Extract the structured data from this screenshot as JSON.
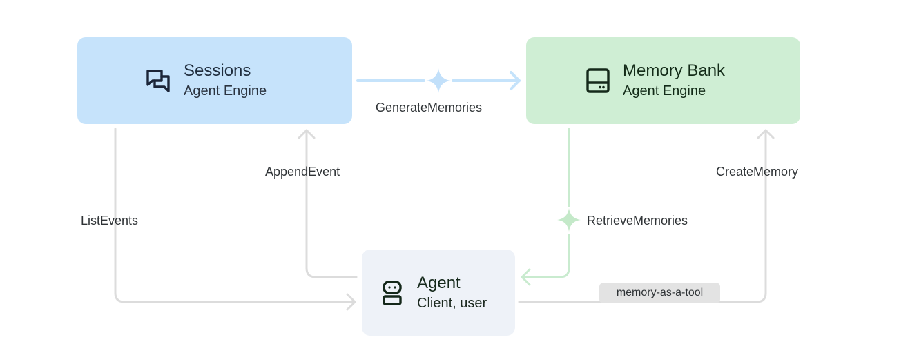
{
  "nodes": {
    "sessions": {
      "title": "Sessions",
      "subtitle": "Agent Engine",
      "icon": "chat-bubbles-icon",
      "fill": "#c6e3fb"
    },
    "memory_bank": {
      "title": "Memory Bank",
      "subtitle": "Agent Engine",
      "icon": "storage-drive-icon",
      "fill": "#cfeed4"
    },
    "agent": {
      "title": "Agent",
      "subtitle": "Client, user",
      "icon": "robot-icon",
      "fill": "#eef2f8"
    }
  },
  "edges": {
    "generate_memories": "GenerateMemories",
    "append_event": "AppendEvent",
    "list_events": "ListEvents",
    "retrieve_memories": "RetrieveMemories",
    "create_memory": "CreateMemory",
    "memory_as_a_tool": "memory-as-a-tool"
  },
  "colors": {
    "blue_line": "#c5e3fb",
    "green_line": "#c9ebcf",
    "gray_line": "#dcdcdc",
    "pill_bg": "#e3e3e3",
    "sparkle_blue": "#c2e0fa",
    "sparkle_green": "#c4e9c9"
  }
}
